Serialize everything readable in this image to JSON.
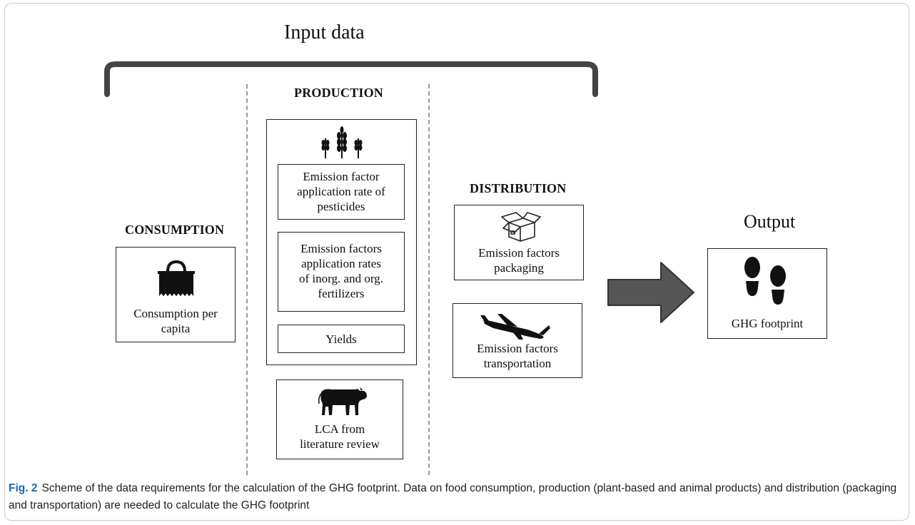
{
  "title": "Input data",
  "consumption": {
    "heading": "CONSUMPTION",
    "box_text": "Consumption per\ncapita",
    "icon": "shopping-bag-icon"
  },
  "production": {
    "heading": "PRODUCTION",
    "icon_top": "wheat-icon",
    "pesticides_text": "Emission factor\napplication rate  of\npesticides",
    "fertilizers_text": "Emission factors\napplication rates\nof inorg. and org.\nfertilizers",
    "yields_text": "Yields",
    "animal_icon": "cow-icon",
    "lca_text": "LCA from\nliterature review"
  },
  "distribution": {
    "heading": "DISTRIBUTION",
    "packaging_icon": "box-icon",
    "packaging_text": "Emission factors\npackaging",
    "transport_icon": "airplane-icon",
    "transport_text": "Emission factors\ntransportation"
  },
  "output": {
    "title": "Output",
    "icon": "footprints-icon",
    "box_text": "GHG footprint"
  },
  "arrow_icon": "right-arrow-icon",
  "caption": {
    "label": "Fig. 2",
    "text": "Scheme of the data requirements for the calculation of the GHG footprint. Data on food consumption, production (plant-based and animal products) and distribution (packaging and transportation) are needed to calculate the GHG footprint"
  }
}
